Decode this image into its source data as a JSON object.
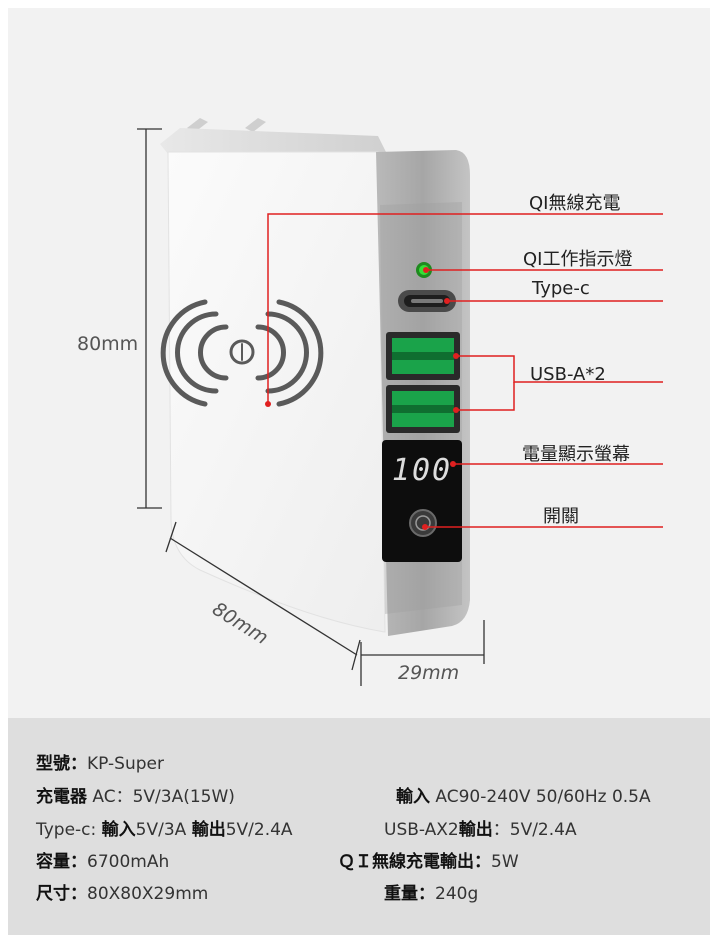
{
  "callouts": {
    "qi_wireless": "QI無線充電",
    "qi_indicator": "QI工作指示燈",
    "type_c": "Type-c",
    "usb_a": "USB-A*2",
    "battery_display": "電量顯示螢幕",
    "power_switch": "開關"
  },
  "display_value": "100",
  "dimensions": {
    "height": "80mm",
    "width": "80mm",
    "depth": "29mm"
  },
  "specs": {
    "model_label": "型號：",
    "model_value": "KP-Super",
    "charger_label": "充電器",
    "charger_value": "AC：5V/3A(15W)",
    "input_label": "輸入",
    "input_value": "AC90-240V 50/60Hz 0.5A",
    "typec_prefix": "Type-c: ",
    "typec_in_label": "輸入",
    "typec_in_value": "5V/3A",
    "typec_out_label": "輸出",
    "typec_out_value": "5V/2.4A",
    "usba_prefix": "USB-AX2",
    "usba_out_label": "輸出",
    "usba_out_value": "：5V/2.4A",
    "capacity_label": "容量：",
    "capacity_value": "6700mAh",
    "qi_out_label": "ＱＩ無線充電輸出：",
    "qi_out_value": "5W",
    "size_label": "尺寸：",
    "size_value": "80X80X29mm",
    "weight_label": "重量：",
    "weight_value": "240g"
  },
  "colors": {
    "accent_red": "#e02020",
    "usb_green": "#1aa34a",
    "led_green": "#35e035",
    "display_digits": "#dcdcdc"
  }
}
